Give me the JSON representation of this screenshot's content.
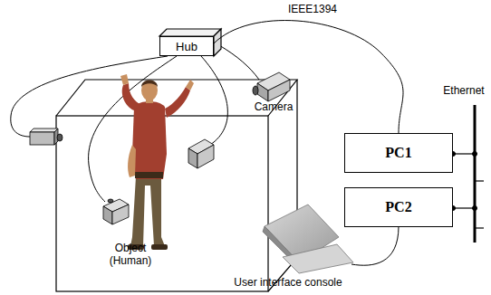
{
  "diagram": {
    "nodes": [
      {
        "text": [
          "Hub"
        ]
      },
      {
        "text": [
          "PC1"
        ]
      },
      {
        "text": [
          "PC2"
        ]
      }
    ],
    "edges": [
      {
        "from": 0,
        "to": 1,
        "arrow": "none",
        "label": "IEEE1394"
      }
    ],
    "labels": [
      "Camera",
      "Object (Human)",
      "User interface console",
      "Ethernet"
    ]
  }
}
